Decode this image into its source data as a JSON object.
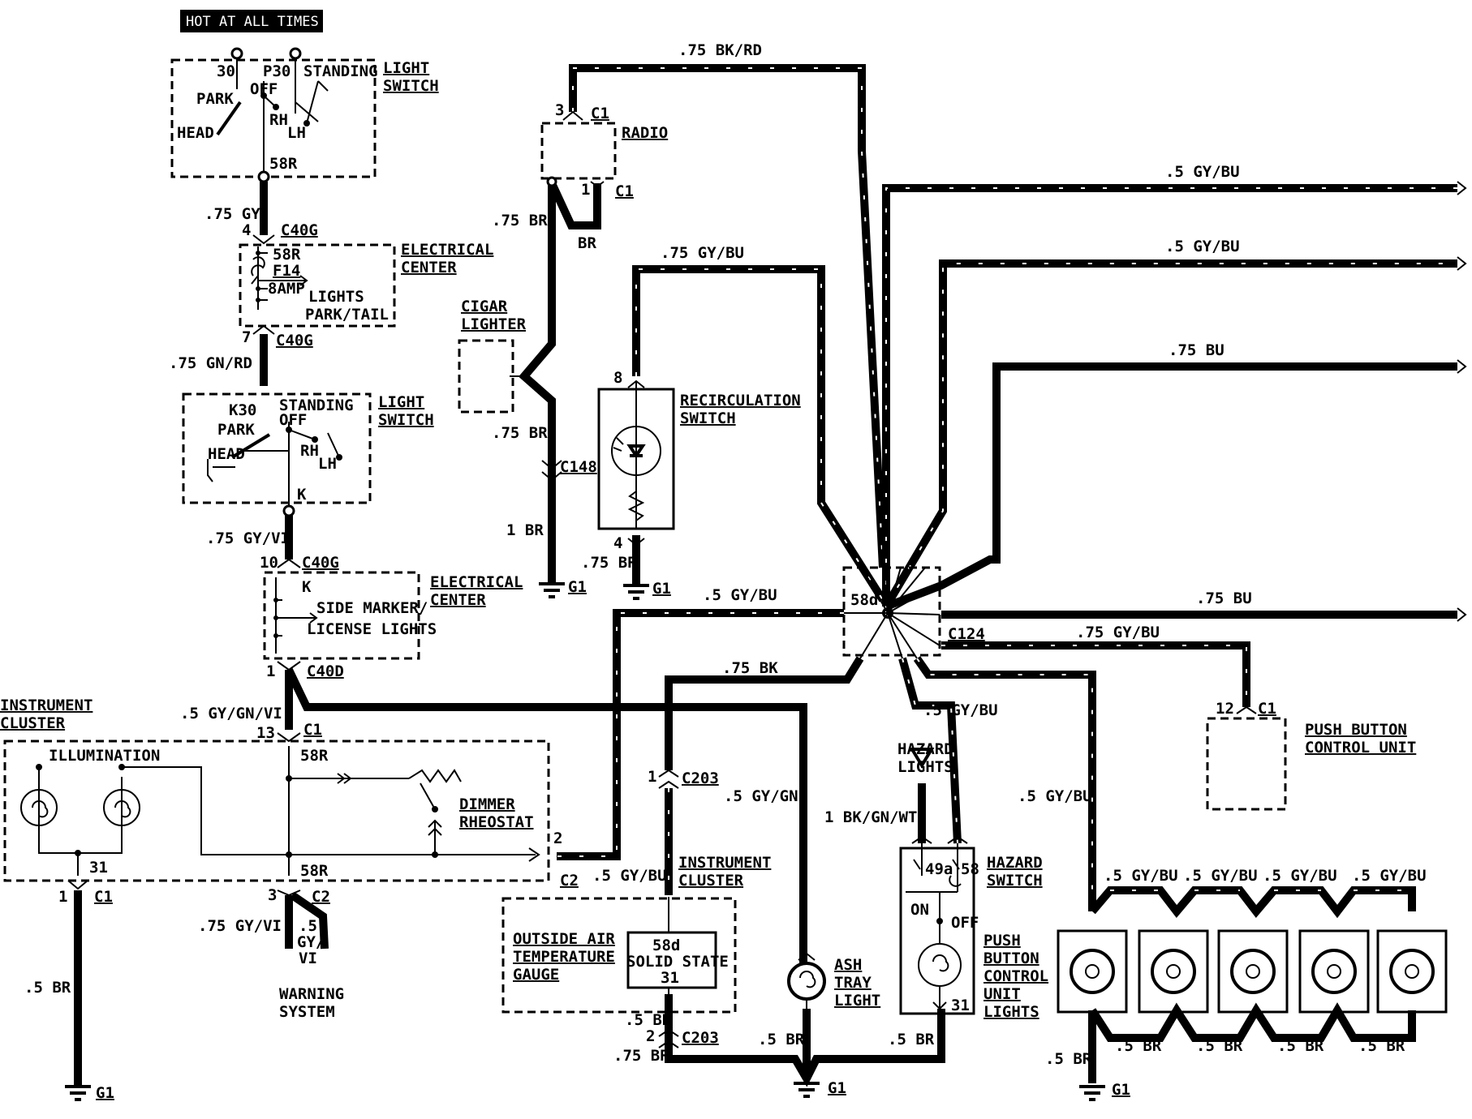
{
  "header": {
    "hot": "HOT AT ALL TIMES"
  },
  "light_switch_1": {
    "title1": "LIGHT",
    "title2": "SWITCH",
    "t30": "30",
    "p30": "P30",
    "standing": "STANDING",
    "park": "PARK",
    "off": "OFF",
    "head": "HEAD",
    "rh": "RH",
    "lh": "LH",
    "out": "58R"
  },
  "ec1": {
    "title1": "ELECTRICAL",
    "title2": "CENTER",
    "in_term": "58R",
    "fuse": "F14",
    "amp": "8AMP",
    "circ1": "LIGHTS",
    "circ2": "PARK/TAIL",
    "pin_in": "4",
    "pin_out": "7",
    "conn": "C40G"
  },
  "light_switch_2": {
    "title1": "LIGHT",
    "title2": "SWITCH",
    "k30": "K30",
    "standing": "STANDING",
    "off": "OFF",
    "park": "PARK",
    "head": "HEAD",
    "rh": "RH",
    "lh": "LH",
    "out": "K"
  },
  "ec2": {
    "title1": "ELECTRICAL",
    "title2": "CENTER",
    "pin_in": "10",
    "conn_in": "C40G",
    "term": "K",
    "circ1": "SIDE MARKER/",
    "circ2": "LICENSE LIGHTS",
    "pin_out": "1",
    "conn_out": "C40D"
  },
  "instrument_cluster": {
    "title1": "INSTRUMENT",
    "title2": "CLUSTER",
    "illum": "ILLUMINATION",
    "pin13": "13",
    "c1": "C1",
    "t58r_top": "58R",
    "t58r_bot": "58R",
    "dimmer1": "DIMMER",
    "dimmer2": "RHEOSTAT",
    "pin2": "2",
    "c2": "C2",
    "pin31": "31",
    "pin1": "1",
    "c1b": "C1",
    "pin3": "3",
    "c2b": "C2"
  },
  "warning": {
    "l1": "WARNING",
    "l2": "SYSTEM"
  },
  "radio": {
    "label": "RADIO",
    "pin3": "3",
    "c1": "C1",
    "pin1": "1",
    "c1b": "C1"
  },
  "cigar": {
    "l1": "CIGAR",
    "l2": "LIGHTER"
  },
  "recirc": {
    "l1": "RECIRCULATION",
    "l2": "SWITCH",
    "pin8": "8",
    "pin4": "4"
  },
  "splice": {
    "label": "58d",
    "conn": "C124"
  },
  "hazard": {
    "lights1": "HAZARD",
    "lights2": "LIGHTS",
    "sw1": "HAZARD",
    "sw2": "SWITCH",
    "t49a": "49a",
    "t58": "58",
    "on": "ON",
    "off": "OFF",
    "pin31": "31"
  },
  "pb_lights": {
    "l1": "PUSH",
    "l2": "BUTTON",
    "l3": "CONTROL",
    "l4": "UNIT",
    "l5": "LIGHTS"
  },
  "pb_control": {
    "l1": "PUSH BUTTON",
    "l2": "CONTROL UNIT",
    "pin12": "12",
    "c1": "C1"
  },
  "oat": {
    "l1": "OUTSIDE AIR",
    "l2": "TEMPERATURE",
    "l3": "GAUGE",
    "ss1": "58d",
    "ss2": "SOLID STATE",
    "ss3": "31",
    "ic1": "INSTRUMENT",
    "ic2": "CLUSTER",
    "pin1": "1",
    "c203": "C203",
    "pin2": "2",
    "c203b": "C203"
  },
  "ashtray": {
    "l1": "ASH",
    "l2": "TRAY",
    "l3": "LIGHT"
  },
  "connectors": {
    "c148": "C148"
  },
  "grounds": {
    "g1": "G1"
  },
  "wires": {
    "w075gy": ".75 GY",
    "w075gnrd": ".75 GN/RD",
    "w075gyvi": ".75 GY/VI",
    "w05gygnvi": ".5 GY/GN/VI",
    "w05br": ".5 BR",
    "w075gyvi2": ".75 GY/VI",
    "w05gy": ".5",
    "w05gy2": "GY/",
    "w05gy3": "VI",
    "w075bkrd": ".75 BK/RD",
    "w075br_a": ".75 BR",
    "w_br": "BR",
    "w075br_b": ".75 BR",
    "w1br": "1 BR",
    "w075br_c": ".75 BR",
    "w075gybu": ".75 GY/BU",
    "w05gybu_1": ".5 GY/BU",
    "w05gybu_2": ".5 GY/BU",
    "w075bu_1": ".75 BU",
    "w075bu_2": ".75 BU",
    "w075gybu_2": ".75 GY/BU",
    "w05gybu_3": ".5 GY/BU",
    "w075bk": ".75 BK",
    "w05gybu_4": ".5 GY/BU",
    "w05gygn": ".5 GY/GN",
    "w05gybu_5": ".5 GY/BU",
    "w05gybu_6": ".5 GY/BU",
    "w1bkgnwt": "1 BK/GN/WT",
    "w05gybu_r1": ".5 GY/BU",
    "w05gybu_r2": ".5 GY/BU",
    "w05gybu_r3": ".5 GY/BU",
    "w05gybu_r4": ".5 GY/BU",
    "w05br_oat": ".5 BR",
    "w075br_oat": ".75 BR",
    "w05br_ash": ".5 BR",
    "w05br_haz": ".5 BR",
    "w05br_pb": ".5 BR",
    "w05br_r1": ".5 BR",
    "w05br_r2": ".5 BR",
    "w05br_r3": ".5 BR",
    "w05br_r4": ".5 BR"
  }
}
